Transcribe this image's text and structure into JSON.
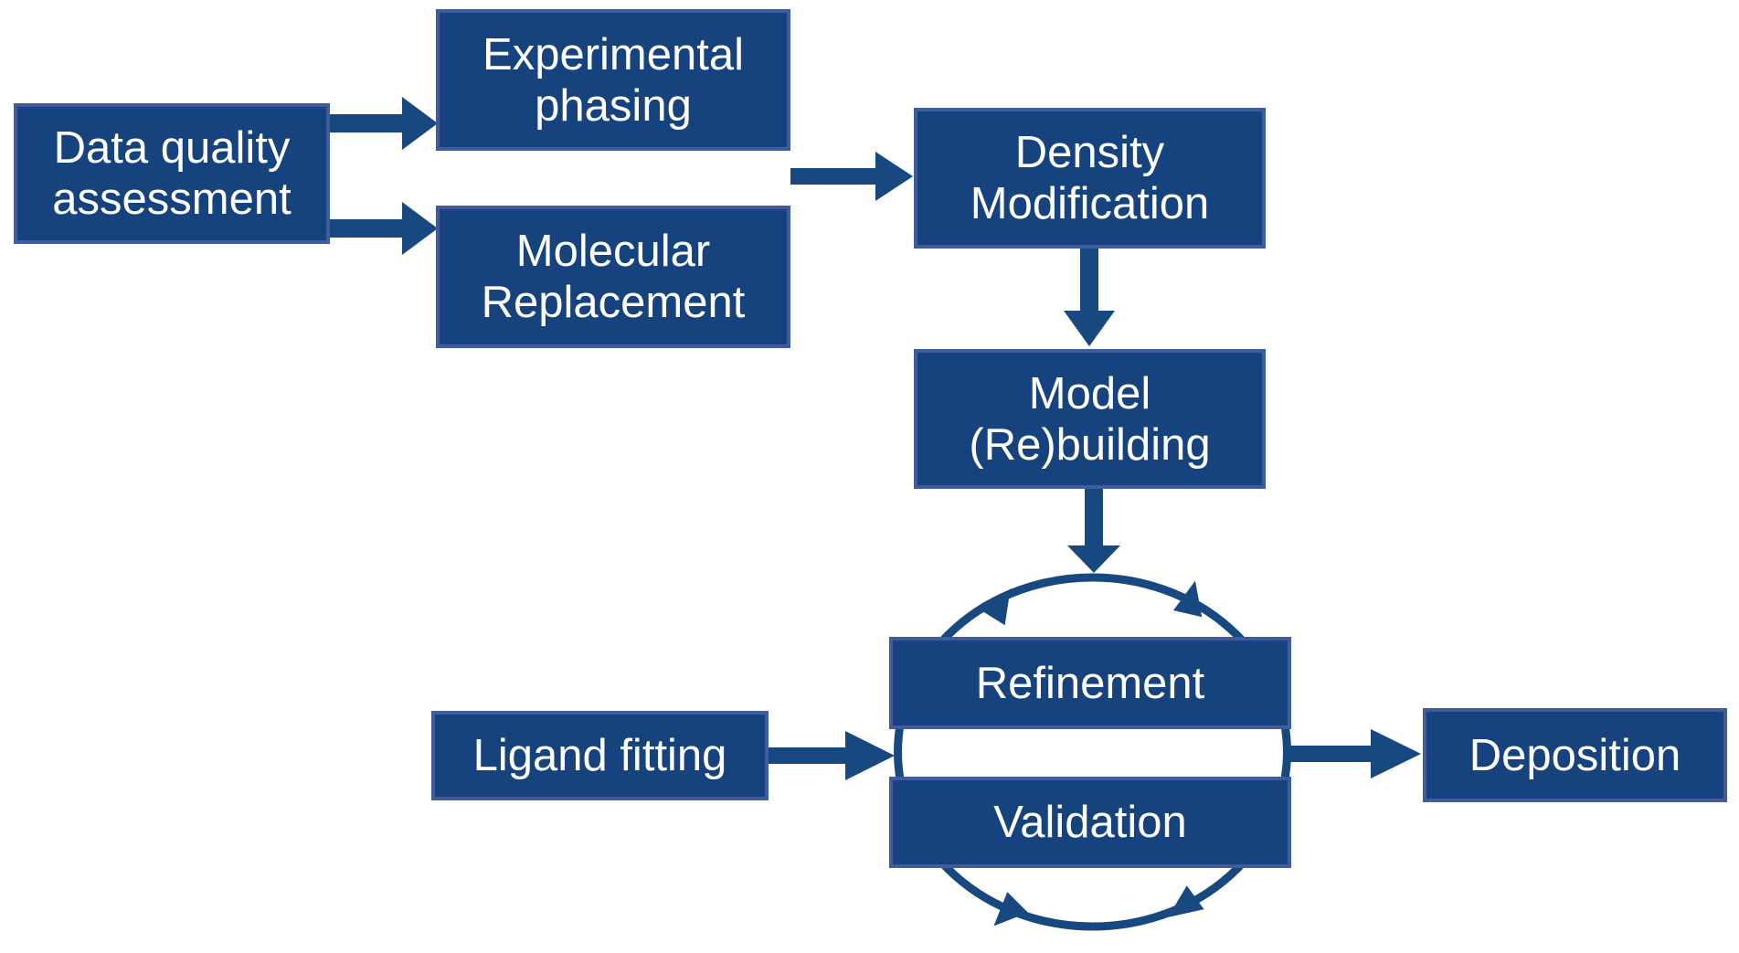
{
  "diagram": {
    "description": "Flowchart of macromolecular structure determination steps",
    "cycle": {
      "members": [
        "refinement",
        "validation"
      ],
      "direction": "clockwise",
      "arrowheads_on_ring": 4
    },
    "edges": [
      {
        "from": "data_quality",
        "to": "experimental_phasing"
      },
      {
        "from": "data_quality",
        "to": "molecular_replacement"
      },
      {
        "from": "experimental_phasing|molecular_replacement",
        "to": "density_modification"
      },
      {
        "from": "density_modification",
        "to": "model_rebuilding"
      },
      {
        "from": "model_rebuilding",
        "to": "refinement_validation_cycle"
      },
      {
        "from": "ligand_fitting",
        "to": "refinement_validation_cycle"
      },
      {
        "from": "refinement_validation_cycle",
        "to": "deposition"
      }
    ]
  },
  "nodes": {
    "data_quality": {
      "line1": "Data quality",
      "line2": "assessment"
    },
    "experimental_phasing": {
      "line1": "Experimental",
      "line2": "phasing"
    },
    "molecular_replacement": {
      "line1": "Molecular",
      "line2": "Replacement"
    },
    "density_modification": {
      "line1": "Density",
      "line2": "Modification"
    },
    "model_rebuilding": {
      "line1": "Model",
      "line2": "(Re)building"
    },
    "refinement": {
      "line1": "Refinement"
    },
    "validation": {
      "line1": "Validation"
    },
    "ligand_fitting": {
      "line1": "Ligand fitting"
    },
    "deposition": {
      "line1": "Deposition"
    }
  },
  "colors": {
    "box_fill": "#16437E",
    "box_border": "#3E5C9E",
    "arrow": "#174880",
    "label": "#FFFFFF",
    "canvas_bg": "#FFFFFF"
  }
}
